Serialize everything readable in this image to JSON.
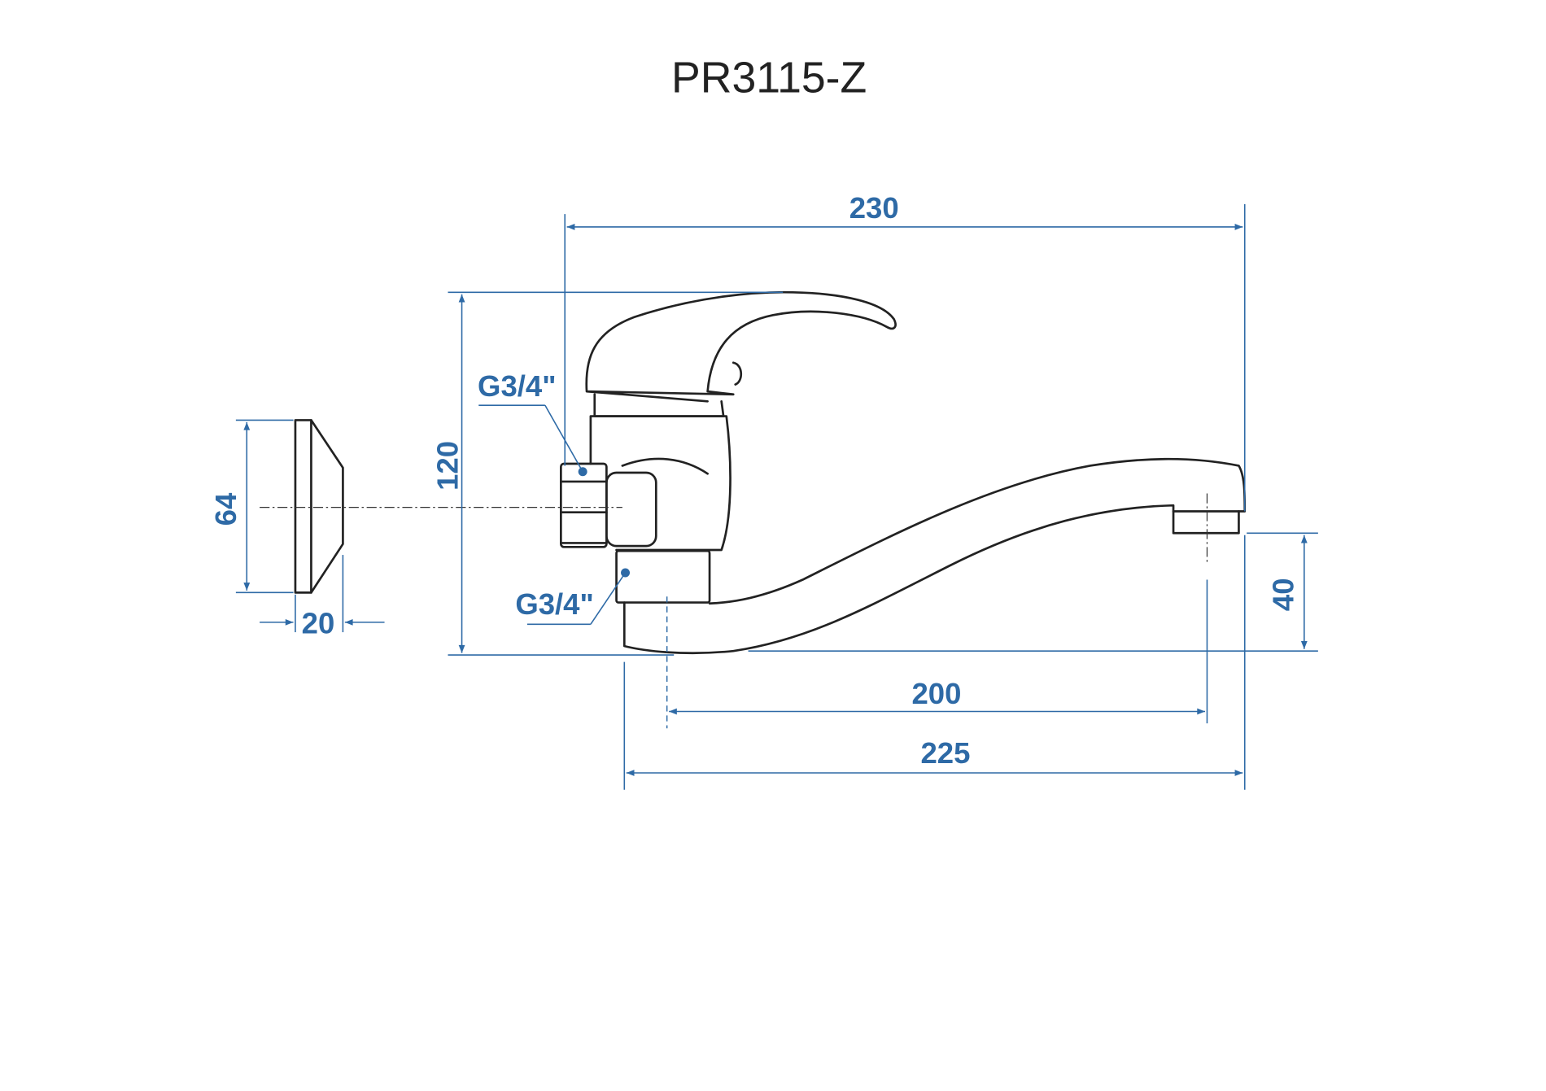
{
  "title": "PR3115-Z",
  "colors": {
    "dimension": "#2e6aa6",
    "outline": "#222222"
  },
  "dimensions": {
    "overall_length": "230",
    "height": "120",
    "flange_diameter": "64",
    "flange_depth": "20",
    "spout_height": "40",
    "spout_reach": "200",
    "body_to_spout": "225"
  },
  "connections": {
    "upper": "G3/4\"",
    "lower": "G3/4\""
  }
}
